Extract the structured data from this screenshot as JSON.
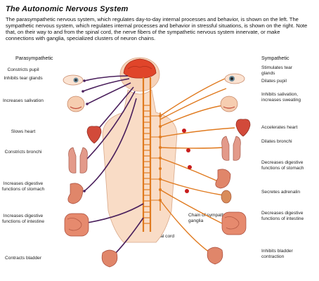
{
  "title": "The Autonomic Nervous System",
  "intro": "The parasympathetic nervous system, which regulates day-to-day internal processes and behavior, is shown on the left. The sympathetic nervous system, which regulates internal processes and behavior in stressful situations, is shown on the right. Note that, on their way to and from the spinal cord, the nerve fibers of the sympathetic nervous system innervate, or make connections with ganglia, specialized clusters of neuron chains.",
  "left_heading": "Parasympathetic",
  "right_heading": "Sympathetic",
  "left_labels": [
    "Constricts pupil",
    "Inhibits tear glands",
    "Increases salivation",
    "Slows heart",
    "Constricts bronchi",
    "Increases digestive functions of stomach",
    "Increases digestive functions of intestine",
    "Contracts bladder"
  ],
  "right_labels": [
    "Stimulates tear glands",
    "Dilates pupil",
    "Inhibits salivation, increases sweating",
    "Accelerates heart",
    "Dilates bronchi",
    "Decreases digestive functions of stomach",
    "Secretes adrenalin",
    "Decreases digestive functions of intestine",
    "Inhibits bladder contraction"
  ],
  "center_labels": {
    "ganglia": "Chain of sympathetic ganglia",
    "cord": "Spinal cord"
  },
  "colors": {
    "parasympathetic_nerve": "#4a1f5c",
    "sympathetic_nerve": "#e07a1f",
    "ganglion": "#c81e1e",
    "brain": "#e0452a",
    "skin": "#f6d2b8",
    "organ": "#d96a4a"
  }
}
